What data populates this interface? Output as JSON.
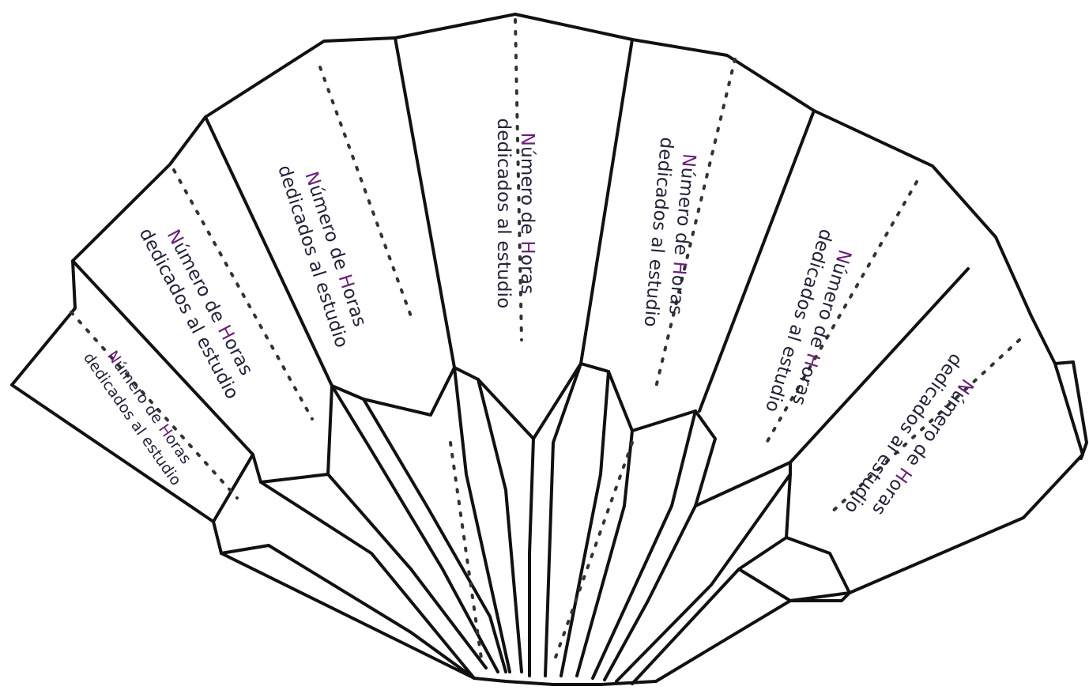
{
  "panels": [
    {
      "initial": "N",
      "line1_rest": "úmero de ",
      "mid_initial": "H",
      "line1_end": "oras",
      "line2": "dedicados al estudio"
    },
    {
      "initial": "N",
      "line1_rest": "úmero de ",
      "mid_initial": "H",
      "line1_end": "oras",
      "line2": "dedicados al estudio"
    },
    {
      "initial": "N",
      "line1_rest": "úmero de ",
      "mid_initial": "H",
      "line1_end": "oras",
      "line2": "dedicados al estudio"
    },
    {
      "initial": "N",
      "line1_rest": "úmero de ",
      "mid_initial": "H",
      "line1_end": "oras",
      "line2": "dedicados al estudio"
    },
    {
      "initial": "N",
      "line1_rest": "úmero de ",
      "mid_initial": "H",
      "line1_end": "oras",
      "line2": "dedicados al estudio"
    },
    {
      "initial": "N",
      "line1_rest": "úmero de ",
      "mid_initial": "H",
      "line1_end": "oras",
      "line2": "dedicados al estudio"
    },
    {
      "initial": "N",
      "line1_rest": "úmero de ",
      "mid_initial": "H",
      "line1_end": "oras",
      "line2": "dedicados al estudio"
    }
  ]
}
